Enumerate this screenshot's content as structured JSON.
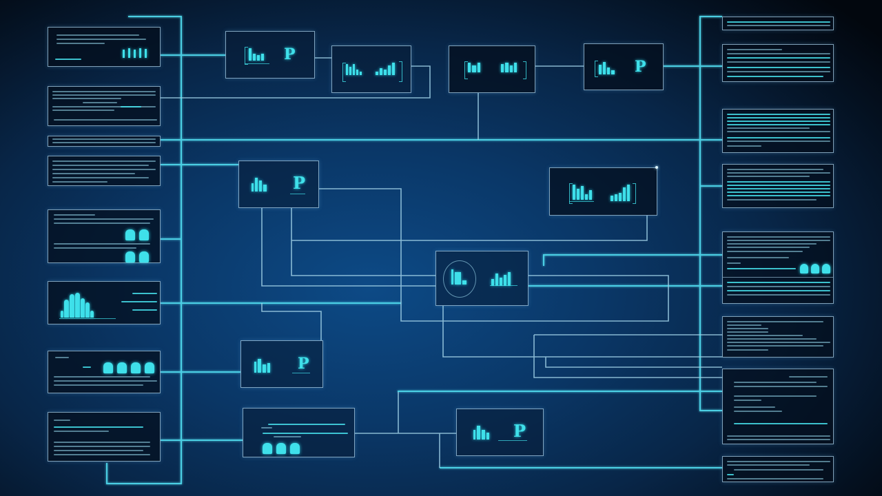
{
  "diagram": {
    "title": "",
    "style": "network-flow-diagram",
    "colors": {
      "background_center": "#0d4a86",
      "background_edge": "#02070e",
      "wire_primary": "#4fd8ec",
      "wire_secondary": "#9fd0e6",
      "node_border": "#aad2eb",
      "glyph_accent": "#3fe0ea"
    },
    "left_panels": [
      {
        "id": "L1",
        "content": "text-with-bar-glyphs",
        "text": "illegible"
      },
      {
        "id": "L2",
        "content": "dense-text",
        "text": "illegible"
      },
      {
        "id": "L3",
        "content": "single-line-text",
        "text": "illegible"
      },
      {
        "id": "L4",
        "content": "dense-text",
        "text": "illegible"
      },
      {
        "id": "L5",
        "content": "text-with-bump-icons",
        "text": "illegible"
      },
      {
        "id": "L6",
        "content": "waveform-chart-with-table",
        "text": "illegible"
      },
      {
        "id": "L7",
        "content": "bump-icons-with-text",
        "text": "illegible"
      },
      {
        "id": "L8",
        "content": "dense-text",
        "text": "illegible"
      }
    ],
    "center_nodes": [
      {
        "id": "C1",
        "content": "bar-glyph + P-glyph"
      },
      {
        "id": "C2",
        "content": "two mini bar charts"
      },
      {
        "id": "C3",
        "content": "bar-glyph + bar-glyph"
      },
      {
        "id": "C4",
        "content": "bar-glyph + P-glyph"
      },
      {
        "id": "C5",
        "content": "bar-glyph + P-glyph"
      },
      {
        "id": "C6",
        "content": "two mini bar charts"
      },
      {
        "id": "C7",
        "content": "circled glyph + bar chart (hub)"
      },
      {
        "id": "C8",
        "content": "bar-glyph + P-glyph"
      },
      {
        "id": "C9",
        "content": "text lines + bump icons"
      },
      {
        "id": "C10",
        "content": "bar-glyph + P-glyph"
      }
    ],
    "right_panels": [
      {
        "id": "R1",
        "content": "single-line-text",
        "text": "illegible"
      },
      {
        "id": "R2",
        "content": "dense-text",
        "text": "illegible"
      },
      {
        "id": "R3",
        "content": "dense-text",
        "text": "illegible"
      },
      {
        "id": "R4",
        "content": "dense-text",
        "text": "illegible"
      },
      {
        "id": "R5",
        "content": "text-with-bump-icons",
        "text": "illegible"
      },
      {
        "id": "R6",
        "content": "dense-text",
        "text": "illegible"
      },
      {
        "id": "R7",
        "content": "sparse-text",
        "text": "illegible"
      },
      {
        "id": "R8",
        "content": "dense-text",
        "text": "illegible"
      }
    ],
    "glyph_labels": {
      "p_glyph": "P"
    }
  }
}
